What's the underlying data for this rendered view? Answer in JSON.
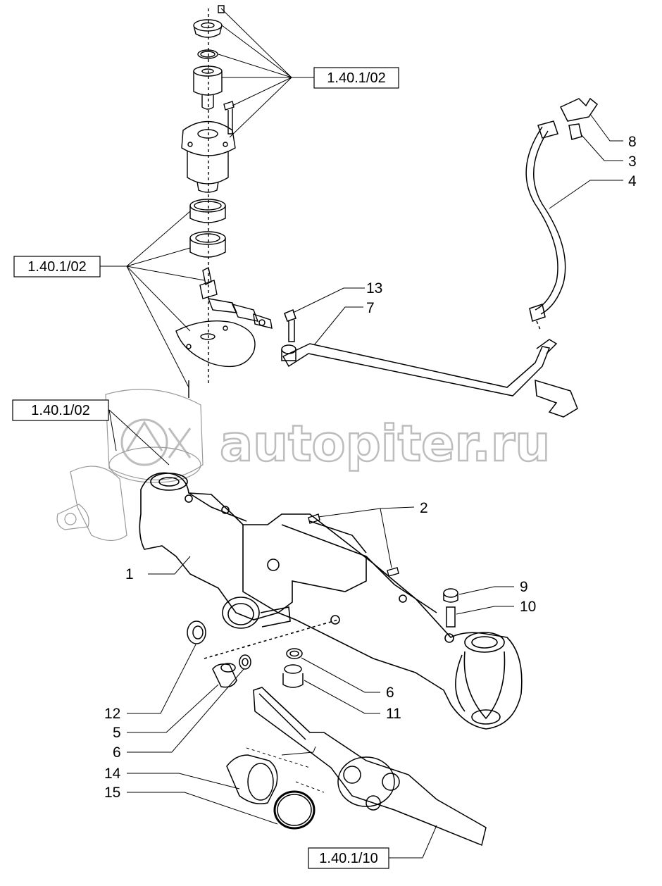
{
  "refs": {
    "r1": "1.40.1/02",
    "r2": "1.40.1/02",
    "r3": "1.40.1/02",
    "r4": "1.40.1/10"
  },
  "callouts": {
    "c1": "1",
    "c2": "2",
    "c3": "3",
    "c4": "4",
    "c5": "5",
    "c6a": "6",
    "c6b": "6",
    "c7": "7",
    "c8": "8",
    "c9": "9",
    "c10": "10",
    "c11": "11",
    "c12": "12",
    "c13": "13",
    "c14": "14",
    "c15": "15"
  },
  "watermark": {
    "text": "autopiter.ru",
    "logo_icon": "autopiter-logo-icon"
  },
  "colors": {
    "ink": "#000000",
    "watermark": "#bdbdbd"
  }
}
